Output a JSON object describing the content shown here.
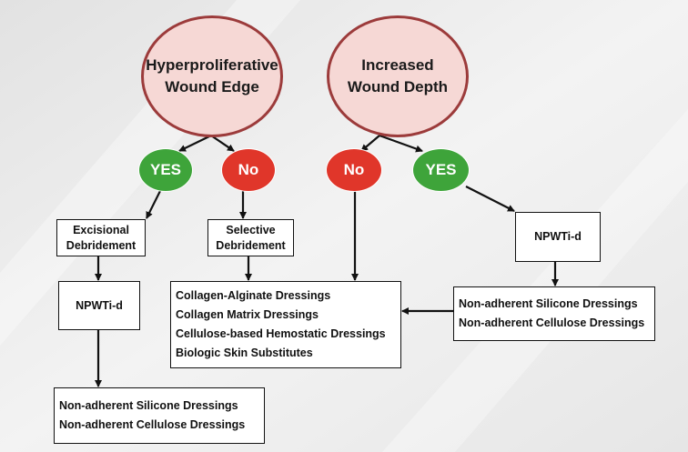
{
  "left_branch": {
    "question": "Hyperproliferative Wound Edge",
    "yes_label": "YES",
    "no_label": "No",
    "yes_path": {
      "step1": [
        "Excisional",
        "Debridement"
      ],
      "step2": "NPWTi-d",
      "dressings": [
        "Non-adherent Silicone Dressings",
        "Non-adherent Cellulose Dressings"
      ]
    },
    "no_path": {
      "step1": [
        "Selective",
        "Debridement"
      ]
    }
  },
  "right_branch": {
    "question": "Increased Wound Depth",
    "no_label": "No",
    "yes_label": "YES",
    "yes_path": {
      "step1": "NPWTi-d",
      "dressings": [
        "Non-adherent Silicone Dressings",
        "Non-adherent Cellulose Dressings"
      ]
    }
  },
  "shared_dressings": [
    "Collagen-Alginate Dressings",
    "Collagen Matrix Dressings",
    "Cellulose-based Hemostatic Dressings",
    "Biologic Skin Substitutes"
  ],
  "colors": {
    "question_fill": "#f6d8d5",
    "question_border": "#9c3b3b",
    "yes": "#3ea43a",
    "no": "#e0362a",
    "arrow": "#111111"
  }
}
